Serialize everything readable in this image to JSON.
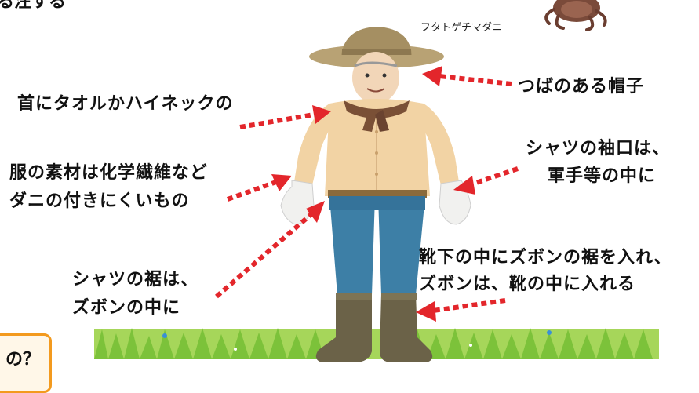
{
  "header_fragment": "る注する",
  "tick": {
    "name": "フタトゲチマダニ"
  },
  "labels": {
    "towel": "首にタオルかハイネックの",
    "hat": "つばのある帽子",
    "material_line1": "服の素材は化学繊維など",
    "material_line2": "ダニの付きにくいもの",
    "cuff_line1": "シャツの袖口は、",
    "cuff_line2": "軍手等の中に",
    "hem_line1": "シャツの裾は、",
    "hem_line2": "ズボンの中に",
    "socks_line1": "靴下の中にズボンの裾を入れ、",
    "socks_line2": "ズボンは、靴の中に入れる"
  },
  "bottom_box_fragment": "の？",
  "colors": {
    "arrow": "#e3262b",
    "box_border": "#f39a1e",
    "grass": "#7cc23a"
  }
}
